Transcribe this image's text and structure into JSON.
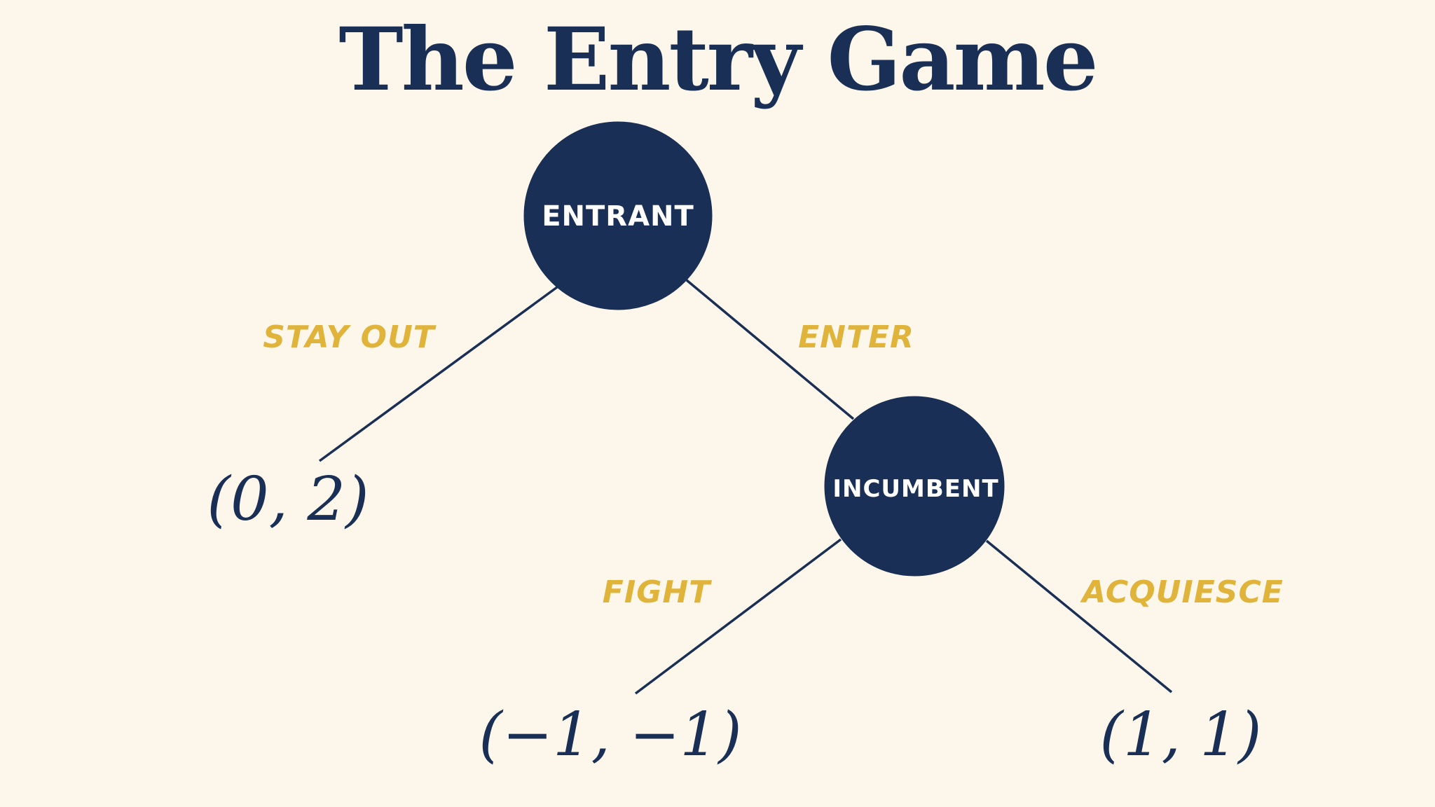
{
  "title": "The Entry Game",
  "nodes": {
    "entrant": "ENTRANT",
    "incumbent": "INCUMBENT"
  },
  "actions": {
    "stay_out": "STAY OUT",
    "enter": "ENTER",
    "fight": "FIGHT",
    "acquiesce": "ACQUIESCE"
  },
  "payoffs": {
    "stay_out": "(0, 2)",
    "fight": "(−1, −1)",
    "acquiesce": "(1, 1)"
  },
  "colors": {
    "background": "#fcf7ea",
    "node": "#1a2f55",
    "action": "#e0b43a",
    "text": "#1a2f55"
  }
}
